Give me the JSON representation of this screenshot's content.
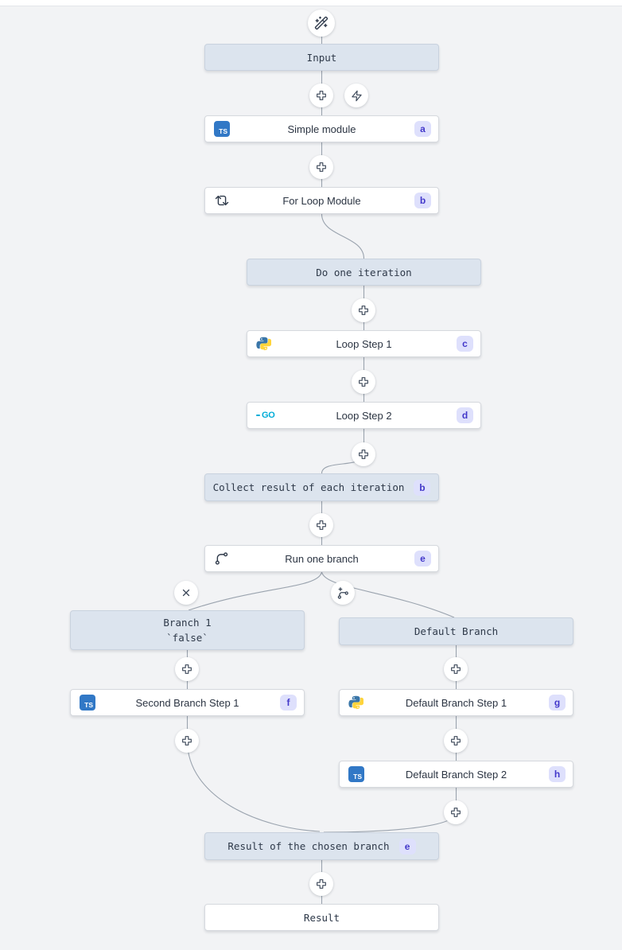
{
  "flow": {
    "nodes": {
      "input": {
        "label": "Input"
      },
      "simple_module": {
        "label": "Simple module",
        "badge": "a",
        "language": "typescript"
      },
      "for_loop_module": {
        "label": "For Loop Module",
        "badge": "b"
      },
      "do_one_iteration": {
        "label": "Do one iteration"
      },
      "loop_step_1": {
        "label": "Loop Step 1",
        "badge": "c",
        "language": "python"
      },
      "loop_step_2": {
        "label": "Loop Step 2",
        "badge": "d",
        "language": "go"
      },
      "collect_result": {
        "label": "Collect result of each iteration",
        "badge": "b"
      },
      "run_one_branch": {
        "label": "Run one branch",
        "badge": "e"
      },
      "branch_1": {
        "label": "Branch 1",
        "condition": "`false`"
      },
      "default_branch": {
        "label": "Default Branch"
      },
      "second_branch_step_1": {
        "label": "Second Branch Step 1",
        "badge": "f",
        "language": "typescript"
      },
      "default_branch_step_1": {
        "label": "Default Branch Step 1",
        "badge": "g",
        "language": "python"
      },
      "default_branch_step_2": {
        "label": "Default Branch Step 2",
        "badge": "h",
        "language": "typescript"
      },
      "result_of_chosen_branch": {
        "label": "Result of the chosen branch",
        "badge": "e"
      },
      "result": {
        "label": "Result"
      }
    },
    "icons": {
      "typescript_label": "TS",
      "go_label": "GO",
      "wand": "ai-flow-builder",
      "plus": "add-step",
      "zap": "add-trigger",
      "x": "remove-branch",
      "branch_plus": "add-branch",
      "repeat": "for-loop",
      "git_branch": "branch-one"
    }
  },
  "colors": {
    "canvas": "#f2f3f5",
    "node_virtual_bg": "#dce4ee",
    "node_virtual_border": "#c9d2de",
    "node_bg": "#ffffff",
    "node_border": "#d6d9de",
    "badge_bg": "#dee0fc",
    "badge_text": "#4338ca",
    "edge": "#9aa3ae",
    "ts_blue": "#3178c6",
    "go_cyan": "#00acd7"
  }
}
